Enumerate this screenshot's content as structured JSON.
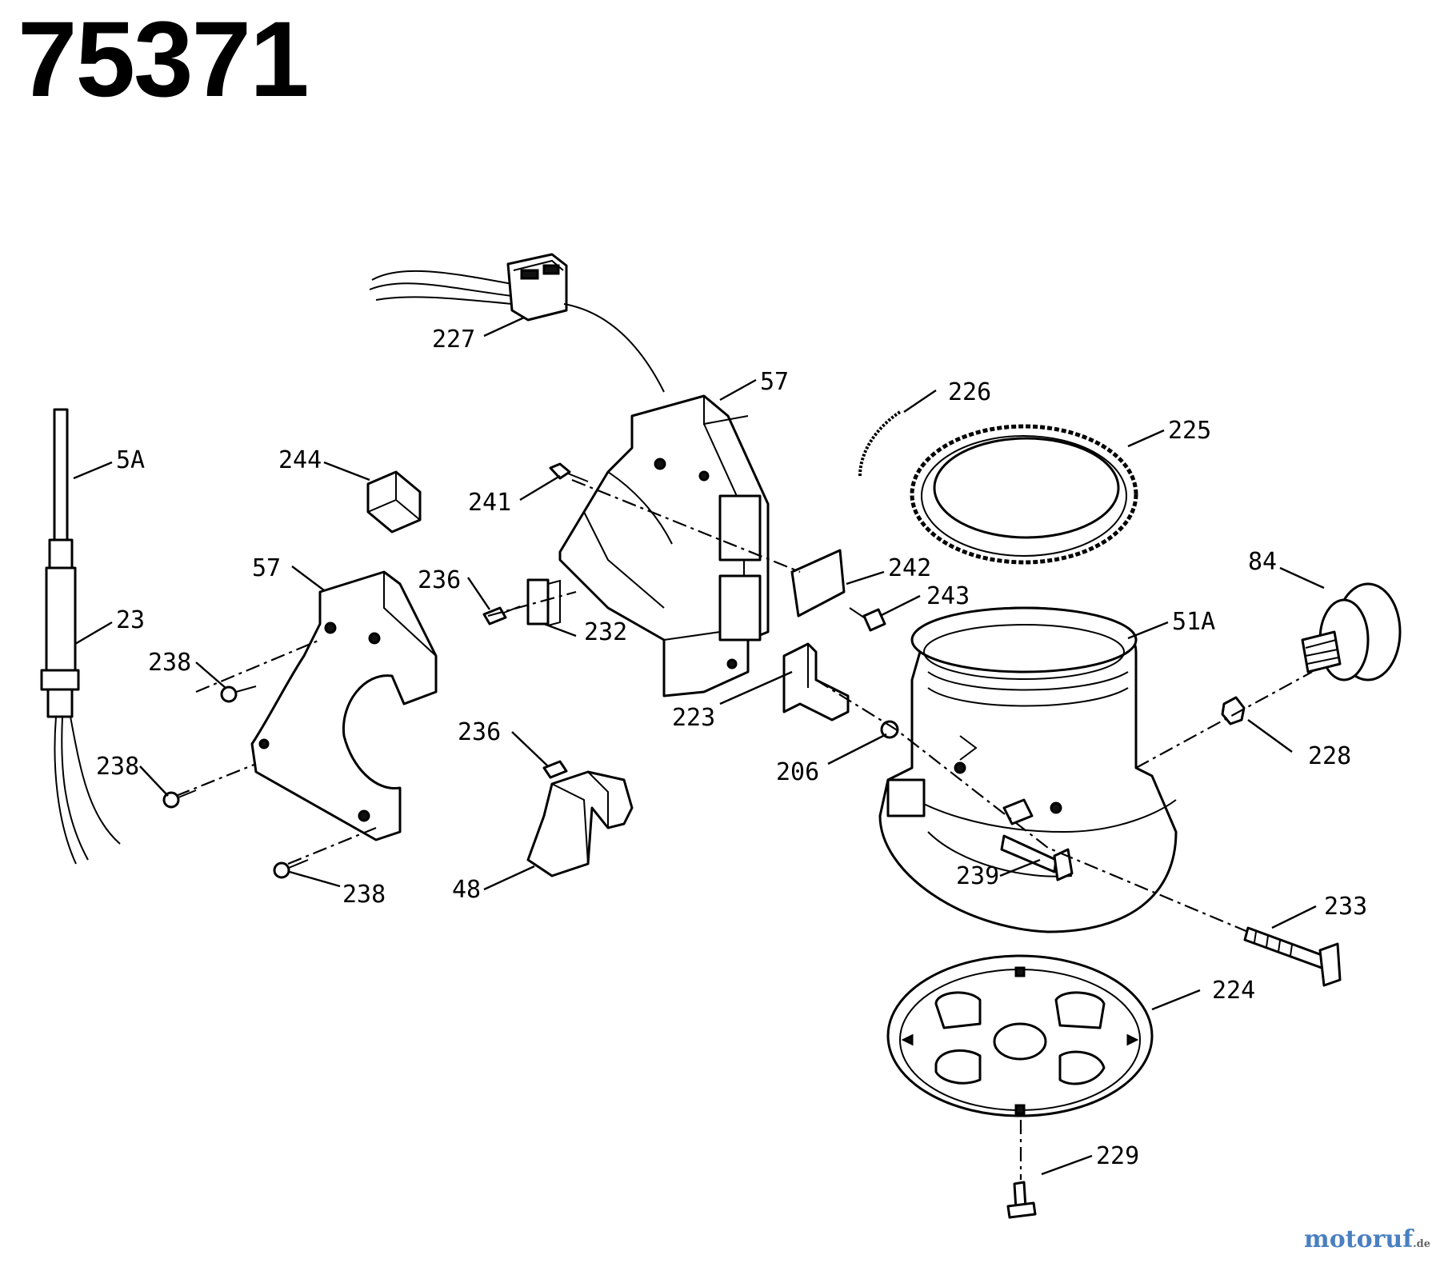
{
  "title": "75371",
  "watermark": {
    "text": "motoruf",
    "suffix": ".de"
  },
  "callouts": {
    "c227": "227",
    "c57a": "57",
    "c226": "226",
    "c225": "225",
    "c5a": "5A",
    "c244": "244",
    "c241": "241",
    "c57b": "57",
    "c236a": "236",
    "c242": "242",
    "c243": "243",
    "c84": "84",
    "c23": "23",
    "c238a": "238",
    "c232": "232",
    "c51a": "51A",
    "c223": "223",
    "c236b": "236",
    "c206": "206",
    "c228": "228",
    "c238b": "238",
    "c239": "239",
    "c48": "48",
    "c238c": "238",
    "c233": "233",
    "c224": "224",
    "c229": "229"
  }
}
